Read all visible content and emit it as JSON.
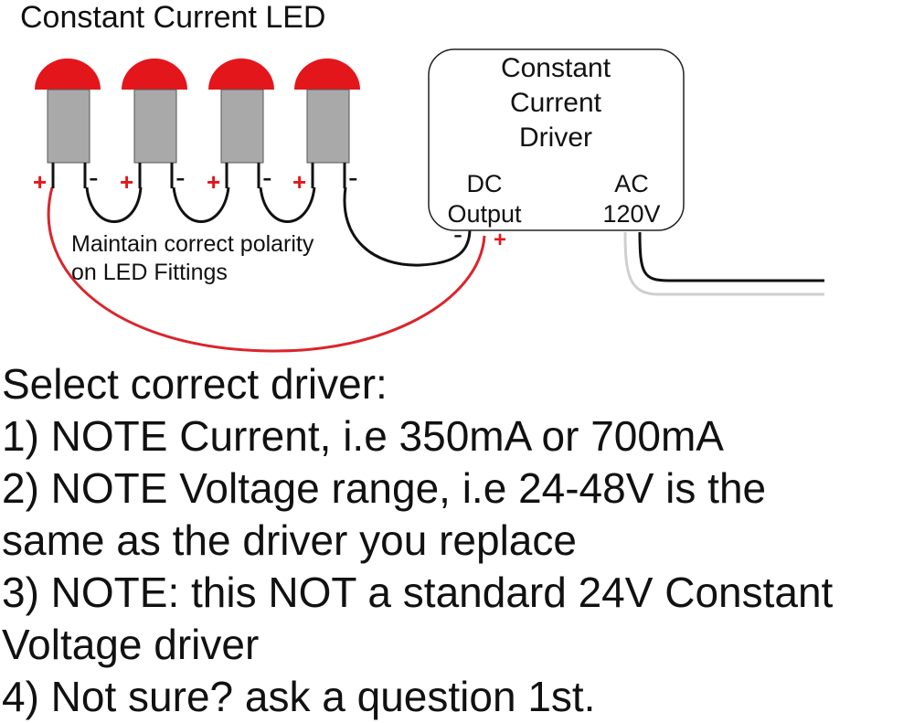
{
  "title": "Constant Current LED",
  "driver": {
    "label_lines": [
      "Constant",
      "Current",
      "Driver"
    ],
    "dc_label": "DC",
    "output_label": "Output",
    "ac_label": "AC",
    "voltage_label": "120V",
    "neg_sign": "-",
    "pos_sign": "+"
  },
  "leds": [
    {
      "pos": "+",
      "neg": "-"
    },
    {
      "pos": "+",
      "neg": "-"
    },
    {
      "pos": "+",
      "neg": "-"
    },
    {
      "pos": "+",
      "neg": "-"
    }
  ],
  "polarity_note": [
    "Maintain correct polarity",
    "on LED Fittings"
  ],
  "instructions": {
    "heading": "Select correct driver:",
    "lines": [
      "1) NOTE Current, i.e 350mA or 700mA",
      "2) NOTE Voltage range, i.e 24-48V is the",
      "same as the driver you replace",
      "3) NOTE: this NOT a standard 24V Constant",
      "Voltage driver",
      "4) Not sure?  ask a question 1st."
    ]
  },
  "colors": {
    "led_cap": "#e3161b",
    "led_body": "#a9a9a9",
    "positive": "#e3161b",
    "negative": "#111111",
    "wire_red": "#d9262b",
    "wire_black": "#111111",
    "wire_gray": "#cfcfcf"
  }
}
